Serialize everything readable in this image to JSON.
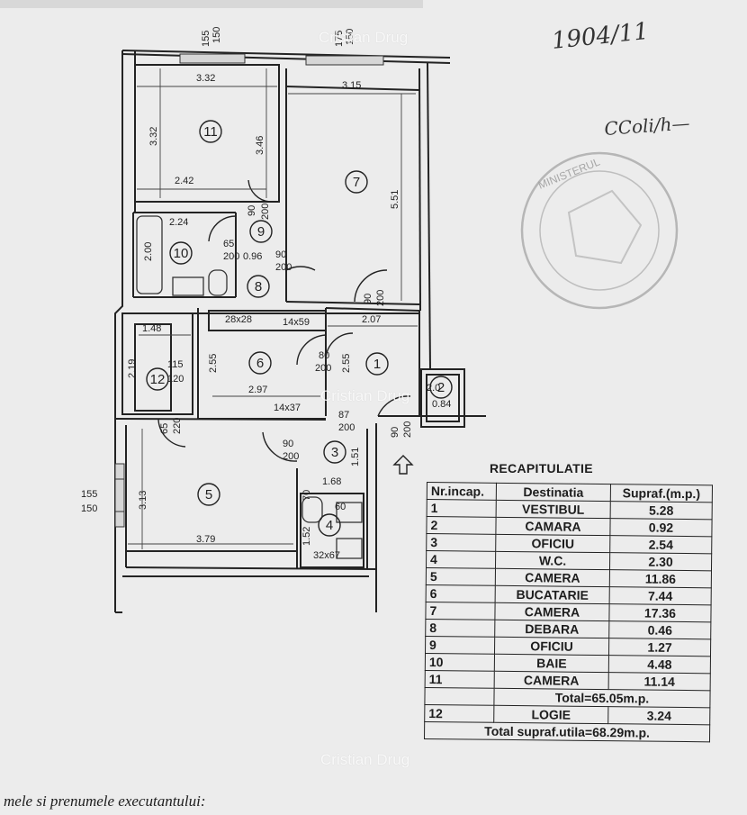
{
  "plan": {
    "rooms": [
      {
        "id": "room-11",
        "number": "11"
      },
      {
        "id": "room-7",
        "number": "7"
      },
      {
        "id": "room-9",
        "number": "9"
      },
      {
        "id": "room-10",
        "number": "10"
      },
      {
        "id": "room-8",
        "number": "8"
      },
      {
        "id": "room-12",
        "number": "12"
      },
      {
        "id": "room-6",
        "number": "6"
      },
      {
        "id": "room-1",
        "number": "1"
      },
      {
        "id": "room-2",
        "number": "2"
      },
      {
        "id": "room-3",
        "number": "3"
      },
      {
        "id": "room-5",
        "number": "5"
      },
      {
        "id": "room-4",
        "number": "4"
      }
    ],
    "dimensions": [
      "155",
      "150",
      "175",
      "150",
      "3.32",
      "3.15",
      "3.32",
      "3.46",
      "5.51",
      "2.42",
      "2.24",
      "2.00",
      "90",
      "200",
      "65",
      "200",
      "0.96",
      "90",
      "200",
      "90",
      "200",
      "2.07",
      "28x28",
      "14x59",
      "1.48",
      "2.19",
      "115",
      "120",
      "2.55",
      "2.97",
      "80",
      "200",
      "2.55",
      "14x37",
      "87",
      "200",
      "2.0",
      "0.84",
      "65",
      "220",
      "90",
      "200",
      "1.51",
      "90",
      "200",
      "1.68",
      "155",
      "150",
      "3.13",
      "3.79",
      "70",
      "1.52",
      "60",
      "32x67"
    ]
  },
  "handwriting": {
    "note": "1904/11",
    "signature": "CColi/h—"
  },
  "stamp": {
    "text": "MINISTERUL"
  },
  "watermarks": [
    "Cristian Drug",
    "Cristian Drug",
    "Cristian Drug"
  ],
  "recap": {
    "title": "RECAPITULATIE",
    "headers": [
      "Nr.incap.",
      "Destinatia",
      "Supraf.(m.p.)"
    ],
    "rows": [
      {
        "nr": "1",
        "dest": "VESTIBUL",
        "sup": "5.28"
      },
      {
        "nr": "2",
        "dest": "CAMARA",
        "sup": "0.92"
      },
      {
        "nr": "3",
        "dest": "OFICIU",
        "sup": "2.54"
      },
      {
        "nr": "4",
        "dest": "W.C.",
        "sup": "2.30"
      },
      {
        "nr": "5",
        "dest": "CAMERA",
        "sup": "11.86"
      },
      {
        "nr": "6",
        "dest": "BUCATARIE",
        "sup": "7.44"
      },
      {
        "nr": "7",
        "dest": "CAMERA",
        "sup": "17.36"
      },
      {
        "nr": "8",
        "dest": "DEBARA",
        "sup": "0.46"
      },
      {
        "nr": "9",
        "dest": "OFICIU",
        "sup": "1.27"
      },
      {
        "nr": "10",
        "dest": "BAIE",
        "sup": "4.48"
      },
      {
        "nr": "11",
        "dest": "CAMERA",
        "sup": "11.14"
      }
    ],
    "total": "Total=65.05m.p.",
    "extra": {
      "nr": "12",
      "dest": "LOGIE",
      "sup": "3.24"
    },
    "total_util": "Total  supraf.utila=68.29m.p."
  },
  "footer": {
    "text": "mele si prenumele executantului:"
  }
}
